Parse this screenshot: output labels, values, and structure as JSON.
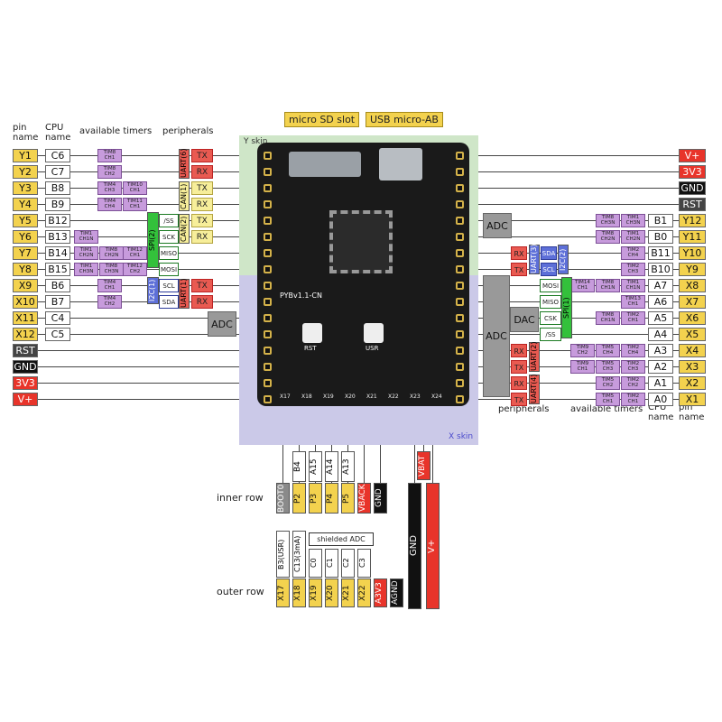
{
  "top_tags": {
    "sd": "micro SD slot",
    "usb": "USB micro-AB"
  },
  "skins": {
    "y": "Y skin",
    "x": "X skin"
  },
  "headers_left": {
    "pin": "pin name",
    "cpu": "CPU name",
    "timers": "available timers",
    "periph": "peripherals"
  },
  "headers_right": {
    "periph": "peripherals",
    "timers": "available timers",
    "cpu": "CPU name",
    "pin": "pin name"
  },
  "board": {
    "label": "PYBv1.1-CN",
    "rst": "RST",
    "usr": "USR"
  },
  "left_rows": [
    {
      "pin": "Y1",
      "cpu": "C6",
      "timers": [
        "TIM8 CH1"
      ],
      "per": "TX",
      "group": "UART(6)",
      "pin_style": "name"
    },
    {
      "pin": "Y2",
      "cpu": "C7",
      "timers": [
        "TIM8 CH2"
      ],
      "per": "RX",
      "group": "",
      "pin_style": "name"
    },
    {
      "pin": "Y3",
      "cpu": "B8",
      "timers": [
        "TIM4 CH3",
        "TIM10 CH1"
      ],
      "per": "TX",
      "group": "CAN(1)",
      "pin_style": "name"
    },
    {
      "pin": "Y4",
      "cpu": "B9",
      "timers": [
        "TIM4 CH4",
        "TIM11 CH1"
      ],
      "per": "RX",
      "group": "",
      "pin_style": "name"
    },
    {
      "pin": "Y5",
      "cpu": "B12",
      "timers": [],
      "per": "TX",
      "group": "CAN(2)",
      "pin_style": "name"
    },
    {
      "pin": "Y6",
      "cpu": "B13",
      "timers": [
        "TIM1 CH1N"
      ],
      "per": "RX",
      "group": "",
      "pin_style": "name"
    },
    {
      "pin": "Y7",
      "cpu": "B14",
      "timers": [
        "TIM1 CH2N",
        "TIM8 CH2N",
        "TIM12 CH1"
      ],
      "per": "",
      "group": "",
      "pin_style": "name"
    },
    {
      "pin": "Y8",
      "cpu": "B15",
      "timers": [
        "TIM1 CH3N",
        "TIM8 CH3N",
        "TIM12 CH2"
      ],
      "per": "",
      "group": "",
      "pin_style": "name"
    },
    {
      "pin": "X9",
      "cpu": "B6",
      "timers": [
        "TIM4 CH1"
      ],
      "per": "TX",
      "group": "UART(1)",
      "pin_style": "name"
    },
    {
      "pin": "X10",
      "cpu": "B7",
      "timers": [
        "TIM4 CH2"
      ],
      "per": "RX",
      "group": "",
      "pin_style": "name"
    },
    {
      "pin": "X11",
      "cpu": "C4",
      "timers": [],
      "per": "",
      "group": "",
      "pin_style": "name"
    },
    {
      "pin": "X12",
      "cpu": "C5",
      "timers": [],
      "per": "",
      "group": "",
      "pin_style": "name"
    },
    {
      "pin": "RST",
      "cpu": "",
      "timers": [],
      "per": "",
      "group": "",
      "pin_style": "dark"
    },
    {
      "pin": "GND",
      "cpu": "",
      "timers": [],
      "per": "",
      "group": "",
      "pin_style": "black"
    },
    {
      "pin": "3V3",
      "cpu": "",
      "timers": [],
      "per": "",
      "group": "",
      "pin_style": "red"
    },
    {
      "pin": "V+",
      "cpu": "",
      "timers": [],
      "per": "",
      "group": "",
      "pin_style": "red"
    }
  ],
  "left_spi": {
    "label": "SPI(2)",
    "pins": [
      "/SS",
      "SCK",
      "MISO",
      "MOSI"
    ]
  },
  "left_i2c": {
    "label": "I2C(1)",
    "pins": [
      "SCL",
      "SDA"
    ]
  },
  "left_adc": "ADC",
  "right_rows": [
    {
      "pin": "V+",
      "cpu": "",
      "timers": [],
      "pin_style": "red"
    },
    {
      "pin": "3V3",
      "cpu": "",
      "timers": [],
      "pin_style": "red"
    },
    {
      "pin": "GND",
      "cpu": "",
      "timers": [],
      "pin_style": "black"
    },
    {
      "pin": "RST",
      "cpu": "",
      "timers": [],
      "pin_style": "dark"
    },
    {
      "pin": "Y12",
      "cpu": "B1",
      "timers": [
        "TIM8 CH3N",
        "TIM1 CH3N"
      ],
      "pin_style": "name"
    },
    {
      "pin": "Y11",
      "cpu": "B0",
      "timers": [
        "TIM8 CH2N",
        "TIM1 CH2N"
      ],
      "pin_style": "name"
    },
    {
      "pin": "Y10",
      "cpu": "B11",
      "timers": [
        "TIM2 CH4"
      ],
      "pin_style": "name"
    },
    {
      "pin": "Y9",
      "cpu": "B10",
      "timers": [
        "TIM2 CH3"
      ],
      "pin_style": "name"
    },
    {
      "pin": "X8",
      "cpu": "A7",
      "timers": [
        "TIM14 CH1",
        "TIM8 CH1N",
        "TIM1 CH1N"
      ],
      "pin_style": "name"
    },
    {
      "pin": "X7",
      "cpu": "A6",
      "timers": [
        "TIM13 CH1"
      ],
      "pin_style": "name"
    },
    {
      "pin": "X6",
      "cpu": "A5",
      "timers": [
        "TIM8 CH1N",
        "TIM2 CH1"
      ],
      "pin_style": "name"
    },
    {
      "pin": "X5",
      "cpu": "A4",
      "timers": [],
      "pin_style": "name"
    },
    {
      "pin": "X4",
      "cpu": "A3",
      "timers": [
        "TIM9 CH2",
        "TIM5 CH4",
        "TIM2 CH4"
      ],
      "pin_style": "name"
    },
    {
      "pin": "X3",
      "cpu": "A2",
      "timers": [
        "TIM9 CH1",
        "TIM5 CH3",
        "TIM2 CH3"
      ],
      "pin_style": "name"
    },
    {
      "pin": "X2",
      "cpu": "A1",
      "timers": [
        "TIM5 CH2",
        "TIM2 CH2"
      ],
      "pin_style": "name"
    },
    {
      "pin": "X1",
      "cpu": "A0",
      "timers": [
        "TIM5 CH1",
        "TIM2 CH1"
      ],
      "pin_style": "name"
    }
  ],
  "right_i2c": {
    "label": "I2C(2)",
    "rxtx": [
      "RX",
      "TX"
    ],
    "uart": "UART(3)",
    "pins": [
      "SDA",
      "SCL"
    ]
  },
  "right_spi": {
    "label": "SPI(1)",
    "pins": [
      "MOSI",
      "MISO",
      "CSK",
      "/SS"
    ]
  },
  "right_uart": {
    "label": "UART(2)",
    "pins": [
      "RX",
      "TX"
    ]
  },
  "right_uart4": {
    "label": "UART(4)",
    "pins": [
      "RX",
      "TX"
    ]
  },
  "right_adc_top": "ADC",
  "right_adc_big": "ADC",
  "right_dac": "DAC",
  "bottom": {
    "inner_label": "inner row",
    "outer_label": "outer row",
    "inner_top": [
      "B4",
      "A15",
      "A14",
      "A13"
    ],
    "inner_pins": [
      {
        "t": "BOOT0",
        "s": "gray"
      },
      {
        "t": "P2",
        "s": "yellow"
      },
      {
        "t": "P3",
        "s": "yellow"
      },
      {
        "t": "P4",
        "s": "yellow"
      },
      {
        "t": "P5",
        "s": "yellow"
      },
      {
        "t": "VBACK",
        "s": "red"
      },
      {
        "t": "GND",
        "s": "black"
      }
    ],
    "outer_top": [
      "B3(USR)",
      "C13(3mA)",
      "C0",
      "C1",
      "C2",
      "C3"
    ],
    "shielded": "shielded ADC",
    "outer_pins": [
      {
        "t": "X17",
        "s": "yellow"
      },
      {
        "t": "X18",
        "s": "yellow"
      },
      {
        "t": "X19",
        "s": "yellow"
      },
      {
        "t": "X20",
        "s": "yellow"
      },
      {
        "t": "X21",
        "s": "yellow"
      },
      {
        "t": "X22",
        "s": "yellow"
      },
      {
        "t": "A3V3",
        "s": "red"
      },
      {
        "t": "AGND",
        "s": "black"
      }
    ],
    "vbat": "VBAT",
    "gnd_long": "GND",
    "vplus_long": "V+"
  },
  "board_bottom_labels": [
    "X17",
    "X18",
    "X19",
    "X20",
    "X21",
    "X22",
    "X23",
    "X24"
  ]
}
